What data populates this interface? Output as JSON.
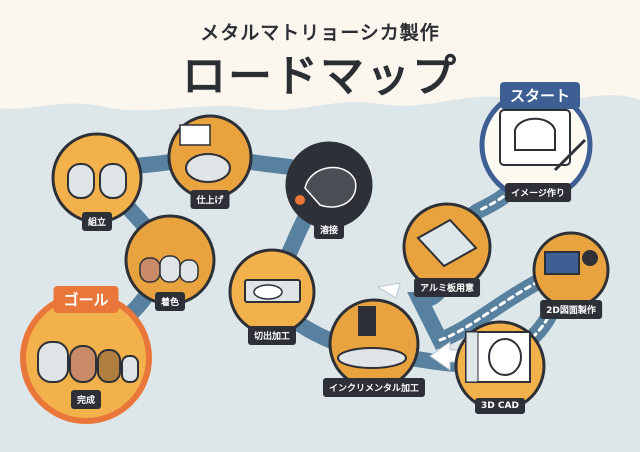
{
  "header": {
    "subtitle": "メタルマトリョーシカ製作",
    "title": "ロードマップ"
  },
  "start_label": "スタート",
  "goal_label": "ゴール",
  "steps": [
    {
      "id": "image",
      "label": "イメージ作り"
    },
    {
      "id": "cad2d",
      "label": "2D図面製作"
    },
    {
      "id": "cad3d",
      "label": "3D CAD"
    },
    {
      "id": "incremental",
      "label": "インクリメンタル加工"
    },
    {
      "id": "aluminum",
      "label": "アルミ板用意"
    },
    {
      "id": "welding",
      "label": "溶接"
    },
    {
      "id": "cutting",
      "label": "切出加工"
    },
    {
      "id": "finishing",
      "label": "仕上げ"
    },
    {
      "id": "assembly",
      "label": "組立"
    },
    {
      "id": "coloring",
      "label": "着色"
    },
    {
      "id": "complete",
      "label": "完成"
    }
  ],
  "colors": {
    "accent_orange": "#e9773a",
    "accent_blue": "#3d5f93",
    "path_blue": "#58809f",
    "bg_blue": "#dde7ea"
  },
  "icons": [
    "tablet-pen-icon",
    "monitor-icon",
    "arrow-icon",
    "welding-torch-icon",
    "matryoshka-icon"
  ]
}
